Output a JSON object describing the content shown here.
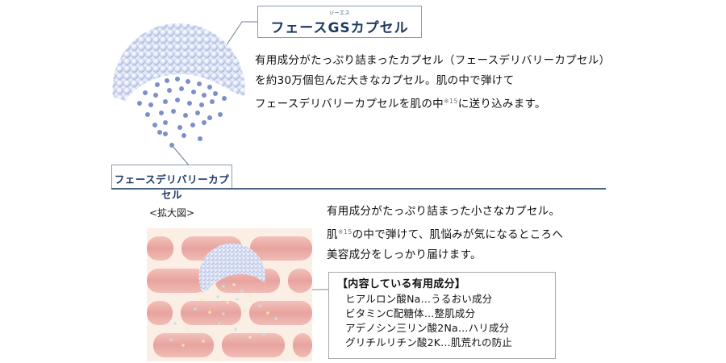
{
  "gs_capsule": {
    "ruby": "ジーエス",
    "title": "フェースGSカプセル"
  },
  "top_description": {
    "lines": [
      "有用成分がたっぷり詰まったカプセル（フェースデリバリーカプセル）",
      "を約30万個包んだ大きなカプセル。肌の中で弾けて"
    ],
    "line3_before": "フェースデリバリーカプセルを肌の中",
    "line3_note": "※15",
    "line3_after": "に送り込みます。"
  },
  "delivery_capsule": {
    "title": "フェースデリバリーカプセル"
  },
  "zoom_view": {
    "label": "<拡大図>"
  },
  "bottom_description": {
    "line1": "有用成分がたっぷり詰まった小さなカプセル。",
    "line2_before": "肌",
    "line2_note": "※15",
    "line2_after": "の中で弾けて、肌悩みが気になるところへ",
    "line3": "美容成分をしっかり届けます。"
  },
  "ingredients": {
    "title": "【内容している有用成分】",
    "items": [
      "ヒアルロン酸Na…うるおい成分",
      "ビタミンC配糖体…整肌成分",
      "アデノシン三リン酸2Na…ハリ成分",
      "グリチルリチン酸2K…肌荒れの防止"
    ]
  },
  "colors": {
    "label_text": "#1f3a64",
    "label_border": "#8a9bb3",
    "divider": "#4a6484",
    "capsule_bubble": "#c9d3ee",
    "particle": "#7d8fc9",
    "skin_bg": "#fbeee4",
    "skin_cell": "#eaa9a4"
  }
}
